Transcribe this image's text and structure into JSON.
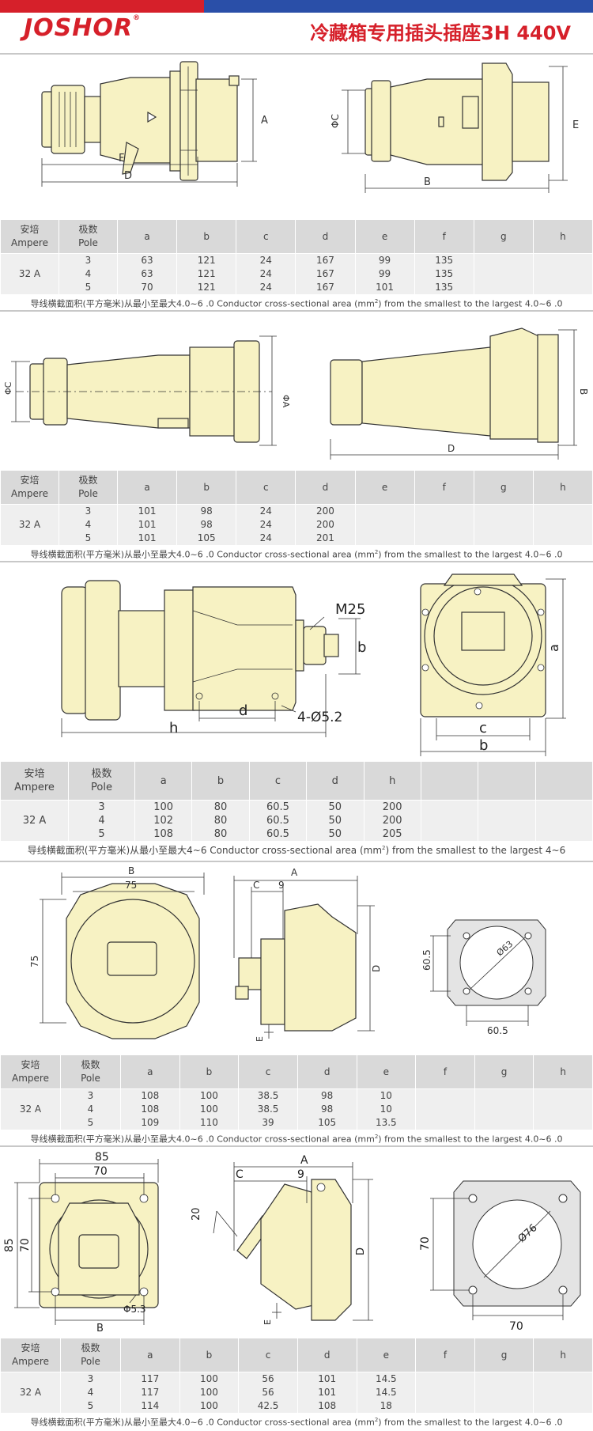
{
  "brand": {
    "logo": "JOSHOR",
    "reg": "®"
  },
  "header": {
    "title": "冷藏箱专用插头插座3H 440V"
  },
  "colors": {
    "red": "#d6202a",
    "blue": "#2a4fa8",
    "body": "#f7f2c3",
    "outline": "#333333"
  },
  "drawing_labels": {
    "s1_left": {
      "a": "A",
      "f": "F",
      "d": "D"
    },
    "s1_right": {
      "c": "ΦC",
      "e": "E",
      "b": "B"
    },
    "s2_left": {
      "c": "ΦC",
      "a": "ΦA"
    },
    "s2_right": {
      "b": "B",
      "d": "D"
    },
    "s3_left": {
      "m": "M25",
      "b": "b",
      "h": "h",
      "d": "d",
      "holes": "4-Ø5.2"
    },
    "s3_right": {
      "a": "a",
      "c": "c",
      "b": "b"
    },
    "s4_front": {
      "b": "B",
      "w": "75",
      "h": "75"
    },
    "s4_side": {
      "a": "A",
      "c": "C",
      "n": "9",
      "d": "D",
      "e": "E"
    },
    "s4_cut": {
      "v": "60.5",
      "dia": "Ø63",
      "h": "60.5"
    },
    "s5_front": {
      "w1": "85",
      "w2": "70",
      "h1": "85",
      "h2": "70",
      "b": "B",
      "hole": "Φ5.3"
    },
    "s5_side": {
      "a": "A",
      "c": "C",
      "n": "9",
      "ang": "20",
      "d": "D",
      "e": "E"
    },
    "s5_cut": {
      "v": "70",
      "dia": "Ø76",
      "h": "70"
    }
  },
  "tables": [
    {
      "head": {
        "ampere_cn": "安培",
        "ampere_en": "Ampere",
        "pole_cn": "极数",
        "pole_en": "Pole",
        "cols": [
          "a",
          "b",
          "c",
          "d",
          "e",
          "f",
          "g",
          "h"
        ]
      },
      "ampere": "32 A",
      "rows": [
        [
          "3",
          "63",
          "121",
          "24",
          "167",
          "99",
          "135",
          "",
          ""
        ],
        [
          "4",
          "63",
          "121",
          "24",
          "167",
          "99",
          "135",
          "",
          ""
        ],
        [
          "5",
          "70",
          "121",
          "24",
          "167",
          "101",
          "135",
          "",
          ""
        ]
      ],
      "note_a": "导线横截面积(平方毫米)从最小至最大4.0~6 .0   Conductor cross-sectional area (mm",
      "note_sup": "2",
      "note_b": ") from the smallest to the largest 4.0~6 .0"
    },
    {
      "head": {
        "ampere_cn": "安培",
        "ampere_en": "Ampere",
        "pole_cn": "极数",
        "pole_en": "Pole",
        "cols": [
          "a",
          "b",
          "c",
          "d",
          "e",
          "f",
          "g",
          "h"
        ]
      },
      "ampere": "32 A",
      "rows": [
        [
          "3",
          "101",
          "98",
          "24",
          "200",
          "",
          "",
          "",
          ""
        ],
        [
          "4",
          "101",
          "98",
          "24",
          "200",
          "",
          "",
          "",
          ""
        ],
        [
          "5",
          "101",
          "105",
          "24",
          "201",
          "",
          "",
          "",
          ""
        ]
      ],
      "note_a": "导线横截面积(平方毫米)从最小至最大4.0~6 .0   Conductor cross-sectional area (mm",
      "note_sup": "2",
      "note_b": ") from the smallest to the largest 4.0~6 .0"
    },
    {
      "head": {
        "ampere_cn": "安培",
        "ampere_en": "Ampere",
        "pole_cn": "极数",
        "pole_en": "Pole",
        "cols": [
          "a",
          "b",
          "c",
          "d",
          "h",
          "",
          "",
          ""
        ]
      },
      "ampere": "32 A",
      "rows": [
        [
          "3",
          "100",
          "80",
          "60.5",
          "50",
          "200",
          "",
          "",
          ""
        ],
        [
          "4",
          "102",
          "80",
          "60.5",
          "50",
          "200",
          "",
          "",
          ""
        ],
        [
          "5",
          "108",
          "80",
          "60.5",
          "50",
          "205",
          "",
          "",
          ""
        ]
      ],
      "note_a": "导线横截面积(平方毫米)从最小至最大4~6   Conductor cross-sectional area (mm",
      "note_sup": "2",
      "note_b": ") from the smallest to the largest 4~6"
    },
    {
      "head": {
        "ampere_cn": "安培",
        "ampere_en": "Ampere",
        "pole_cn": "极数",
        "pole_en": "Pole",
        "cols": [
          "a",
          "b",
          "c",
          "d",
          "e",
          "f",
          "g",
          "h"
        ]
      },
      "ampere": "32 A",
      "rows": [
        [
          "3",
          "108",
          "100",
          "38.5",
          "98",
          "10",
          "",
          "",
          ""
        ],
        [
          "4",
          "108",
          "100",
          "38.5",
          "98",
          "10",
          "",
          "",
          ""
        ],
        [
          "5",
          "109",
          "110",
          "39",
          "105",
          "13.5",
          "",
          "",
          ""
        ]
      ],
      "note_a": "导线横截面积(平方毫米)从最小至最大4.0~6 .0   Conductor cross-sectional area (mm",
      "note_sup": "2",
      "note_b": ") from the smallest to the largest 4.0~6 .0"
    },
    {
      "head": {
        "ampere_cn": "安培",
        "ampere_en": "Ampere",
        "pole_cn": "极数",
        "pole_en": "Pole",
        "cols": [
          "a",
          "b",
          "c",
          "d",
          "e",
          "f",
          "g",
          "h"
        ]
      },
      "ampere": "32 A",
      "rows": [
        [
          "3",
          "117",
          "100",
          "56",
          "101",
          "14.5",
          "",
          "",
          ""
        ],
        [
          "4",
          "117",
          "100",
          "56",
          "101",
          "14.5",
          "",
          "",
          ""
        ],
        [
          "5",
          "114",
          "100",
          "42.5",
          "108",
          "18",
          "",
          "",
          ""
        ]
      ],
      "note_a": "导线横截面积(平方毫米)从最小至最大4.0~6 .0   Conductor cross-sectional area (mm",
      "note_sup": "2",
      "note_b": ") from the smallest to the largest 4.0~6 .0"
    }
  ]
}
